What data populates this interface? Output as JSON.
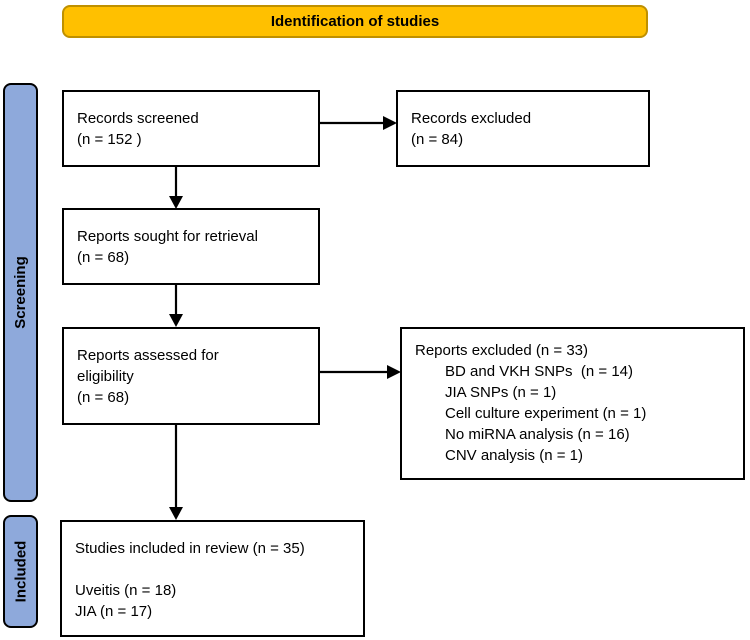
{
  "banner": {
    "label": "Identification of studies"
  },
  "stages": [
    {
      "label": "Screening"
    },
    {
      "label": "Included"
    }
  ],
  "boxes": {
    "records_screened": {
      "line1": "Records screened",
      "line2": "(n = 152 )"
    },
    "records_excluded": {
      "line1": "Records excluded",
      "line2": "(n = 84)"
    },
    "reports_sought": {
      "line1": "Reports sought for retrieval",
      "line2": "(n = 68)"
    },
    "reports_assessed": {
      "line1": "Reports assessed for",
      "line2": "eligibility",
      "line3": "(n = 68)"
    },
    "reports_excluded": {
      "title": "Reports excluded (n = 33)",
      "reasons": [
        "BD and VKH SNPs  (n = 14)",
        "JIA SNPs (n = 1)",
        "Cell culture experiment (n = 1)",
        "No miRNA analysis (n = 16)",
        "CNV analysis (n = 1)"
      ]
    },
    "studies_included": {
      "title": "Studies included in review (n = 35)",
      "detail1": "Uveitis (n = 18)",
      "detail2": "JIA (n = 17)"
    }
  },
  "colors": {
    "banner_fill": "#FFC000",
    "banner_border": "#BF9000",
    "stage_fill": "#8EA9DB"
  }
}
